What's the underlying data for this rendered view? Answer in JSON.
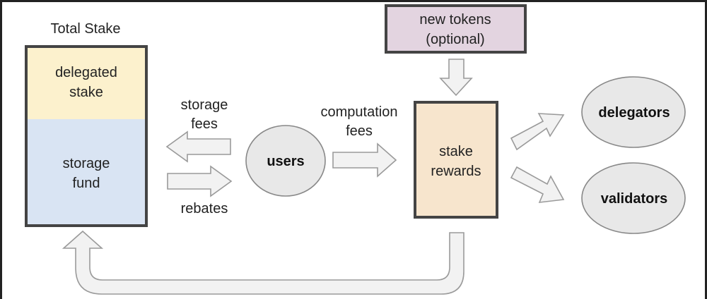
{
  "diagram": {
    "total_stake": {
      "title": "Total Stake",
      "delegated": [
        "delegated",
        "stake"
      ],
      "storage_fund": [
        "storage",
        "fund"
      ]
    },
    "users": "users",
    "storage_fees": [
      "storage",
      "fees"
    ],
    "rebates": "rebates",
    "computation_fees": [
      "computation",
      "fees"
    ],
    "new_tokens": [
      "new tokens",
      "(optional)"
    ],
    "stake_rewards": [
      "stake",
      "rewards"
    ],
    "delegators": "delegators",
    "validators": "validators",
    "colors": {
      "delegated_fill": "#fcf1cd",
      "storage_fill": "#d9e4f3",
      "new_tokens_fill": "#e3d4e0",
      "stake_rewards_fill": "#f7e5cd",
      "ellipse_fill": "#e8e8e8",
      "arrow_fill": "#f2f2f2"
    }
  }
}
